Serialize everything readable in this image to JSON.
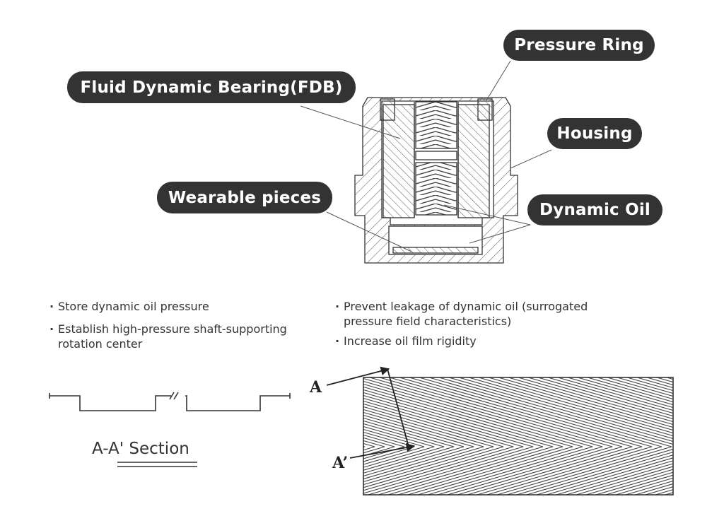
{
  "labels": {
    "pressure_ring": "Pressure Ring",
    "fdb": "Fluid Dynamic Bearing(FDB)",
    "housing": "Housing",
    "wearable": "Wearable pieces",
    "dynamic_oil": "Dynamic Oil"
  },
  "bullets_left": [
    {
      "line1": "Store dynamic oil pressure",
      "line2": ""
    },
    {
      "line1": "Establish high-pressure shaft-supporting",
      "line2": "rotation center"
    }
  ],
  "bullets_right": [
    {
      "line1": "Prevent leakage of dynamic oil (surrogated",
      "line2": "pressure field characteristics)"
    },
    {
      "line1": "Increase oil film rigidity",
      "line2": ""
    }
  ],
  "bullet_glyph": "·",
  "section": {
    "label": "A-A' Section",
    "mark_a": "A",
    "mark_a_prime": "A’"
  },
  "colors": {
    "pill_bg": "#333333",
    "pill_text": "#ffffff",
    "line": "#333333"
  }
}
